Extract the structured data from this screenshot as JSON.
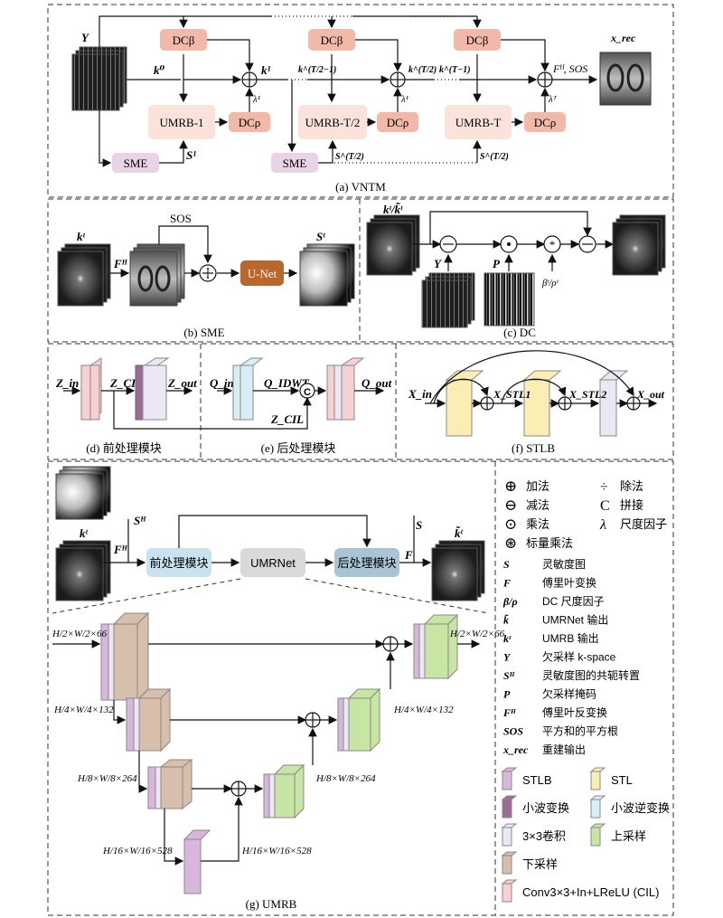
{
  "colors": {
    "dc_fill": "#f2b9a8",
    "umrb_fill": "#fbe3dc",
    "sme_fill": "#e9d3e6",
    "unet_fill": "#b8672d",
    "pre_fill": "#c8e3ef",
    "umrnet_fill": "#d9d9d9",
    "post_fill": "#a9c4d4",
    "stlb": "#d7b7dc",
    "stl": "#fbeeb5",
    "wavelet": "#9b6b94",
    "iwavelet": "#d8eef5",
    "conv": "#ece7f4",
    "up": "#c8e6a3",
    "down": "#d8bfab",
    "cil": "#f7d1d1"
  },
  "vntm": {
    "caption": "(a) VNTM",
    "Y": "Y",
    "dc_beta": "DCβ",
    "dc_rho": "DCρ",
    "umrb1": "UMRB-1",
    "umrb_half": "UMRB-T/2",
    "umrb_T": "UMRB-T",
    "sme": "SME",
    "k0": "k⁰",
    "k1": "k¹",
    "k_half_minus": "k^(T/2−1)",
    "k_half": "k^(T/2)",
    "k_T_minus": "k^(T−1)",
    "S1": "S¹",
    "S_half": "S^(T/2)",
    "lambda1": "λ¹",
    "lambdaT": "λᵀ",
    "fh_sos": "Fᴴ, SOS",
    "x_rec": "x_rec",
    "dots": "·········"
  },
  "sme": {
    "caption": "(b) SME",
    "kt": "kᵗ",
    "FH": "Fᴴ",
    "sos": "SOS",
    "unet": "U-Net",
    "St": "Sᵗ"
  },
  "dc": {
    "caption": "(c) DC",
    "input": "kᵗ/k̃ᵗ",
    "Y": "Y",
    "P": "P",
    "beta_rho": "βᵗ/ρᵗ"
  },
  "pre": {
    "caption": "(d) 前处理模块",
    "z_in": "Z_in",
    "z_cil": "Z_CIL",
    "z_out": "Z_out"
  },
  "post": {
    "caption": "(e) 后处理模块",
    "q_in": "Q_in",
    "q_idwt": "Q_IDWT",
    "q_out": "Q_out",
    "z_cil": "Z_CIL"
  },
  "stlb": {
    "caption": "(f) STLB",
    "x_in": "X_in",
    "x_stl1": "X_STL1",
    "x_stl2": "X_STL2",
    "x_out": "X_out"
  },
  "umrb": {
    "caption": "(g) UMRB",
    "SH": "Sᴴ",
    "kt": "kᵗ",
    "FH": "Fᴴ",
    "pre": "前处理模块",
    "umrnet": "UMRNet",
    "post": "后处理模块",
    "S": "S",
    "F": "F",
    "k_tilde": "k̃ᵗ",
    "dim1": "H/2×W/2×66",
    "dim2": "H/4×W/4×132",
    "dim3": "H/8×W/8×264",
    "dim4": "H/16×W/16×528"
  },
  "legend": {
    "ops": [
      {
        "sym": "⊕",
        "text": "加法"
      },
      {
        "sym": "⊖",
        "text": "减法"
      },
      {
        "sym": "⊙",
        "text": "乘法"
      },
      {
        "sym": "⊛",
        "text": "标量乘法"
      }
    ],
    "ops_right": [
      {
        "sym": "÷",
        "text": "除法"
      },
      {
        "sym": "C",
        "text": "拼接"
      },
      {
        "sym": "λ",
        "text": "尺度因子"
      }
    ],
    "vars": [
      {
        "sym": "S",
        "text": "灵敏度图"
      },
      {
        "sym": "F",
        "text": "傅里叶变换"
      },
      {
        "sym": "β/ρ",
        "text": "DC 尺度因子"
      },
      {
        "sym": "k̃",
        "text": "UMRNet 输出"
      },
      {
        "sym": "kᵗ",
        "text": "UMRB 输出"
      },
      {
        "sym": "Y",
        "text": "欠采样 k-space"
      },
      {
        "sym": "Sᴴ",
        "text": "灵敏度图的共轭转置"
      },
      {
        "sym": "P",
        "text": "欠采样掩码"
      },
      {
        "sym": "Fᴴ",
        "text": "傅里叶反变换"
      },
      {
        "sym": "SOS",
        "text": "平方和的平方根"
      },
      {
        "sym": "x_rec",
        "text": "重建输出"
      }
    ],
    "blocks": [
      {
        "key": "stlb",
        "text": "STLB"
      },
      {
        "key": "stl",
        "text": "STL"
      },
      {
        "key": "wavelet",
        "text": "小波变换"
      },
      {
        "key": "iwavelet",
        "text": "小波逆变换"
      },
      {
        "key": "conv",
        "text": "3×3卷积"
      },
      {
        "key": "up",
        "text": "上采样"
      },
      {
        "key": "down",
        "text": "下采样"
      },
      {
        "key": "cil",
        "text": "Conv3×3+In+LReLU (CIL)"
      }
    ]
  }
}
